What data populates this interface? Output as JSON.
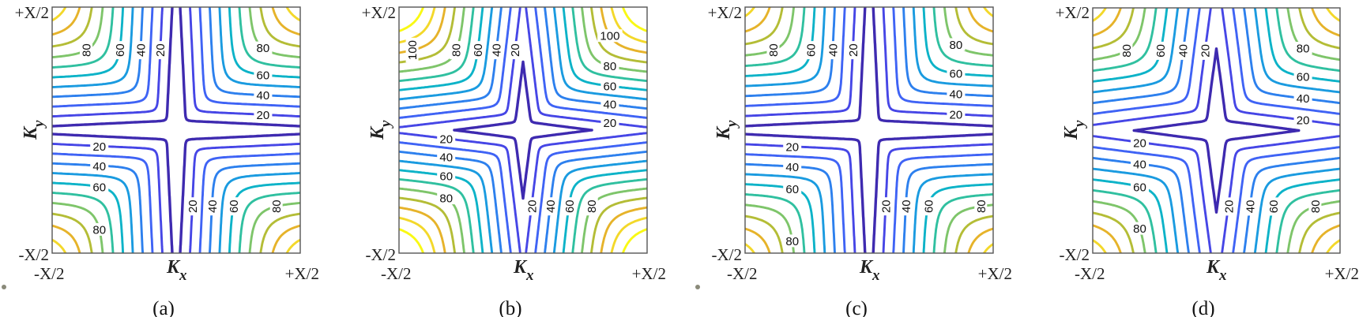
{
  "level_colors": [
    "#3e2ab0",
    "#4646e6",
    "#3f63f5",
    "#2d80ee",
    "#1a9be0",
    "#0db3c8",
    "#30c0a0",
    "#7ec56a",
    "#b4bd36",
    "#e6b32a",
    "#f3d82a",
    "#f9f914"
  ],
  "chart_data": [
    {
      "type": "contour",
      "panel_label": "(a)",
      "xlabel": "K",
      "xlabel_sub": "x",
      "ylabel": "K",
      "ylabel_sub": "y",
      "x_tick_labels": [
        "-X/2",
        "+X/2"
      ],
      "y_tick_labels": [
        "-X/2",
        "+X/2"
      ],
      "xlim": [
        "-X/2",
        "+X/2"
      ],
      "ylim": [
        "-X/2",
        "+X/2"
      ],
      "levels": [
        10,
        20,
        30,
        40,
        50,
        60,
        70,
        80,
        90,
        100,
        110,
        120
      ],
      "labeled_levels": [
        20,
        40,
        60,
        80
      ]
    },
    {
      "type": "contour",
      "panel_label": "(b)",
      "xlabel": "K",
      "xlabel_sub": "x",
      "ylabel": "K",
      "ylabel_sub": "y",
      "x_tick_labels": [
        "-X/2",
        "+X/2"
      ],
      "y_tick_labels": [
        "-X/2",
        "+X/2"
      ],
      "xlim": [
        "-X/2",
        "+X/2"
      ],
      "ylim": [
        "-X/2",
        "+X/2"
      ],
      "levels": [
        10,
        20,
        30,
        40,
        50,
        60,
        70,
        80,
        90,
        100,
        110,
        120
      ],
      "labeled_levels": [
        20,
        40,
        60,
        80,
        100
      ]
    },
    {
      "type": "contour",
      "panel_label": "(c)",
      "xlabel": "K",
      "xlabel_sub": "x",
      "ylabel": "K",
      "ylabel_sub": "y",
      "x_tick_labels": [
        "-X/2",
        "+X/2"
      ],
      "y_tick_labels": [
        "-X/2",
        "+X/2"
      ],
      "xlim": [
        "-X/2",
        "+X/2"
      ],
      "ylim": [
        "-X/2",
        "+X/2"
      ],
      "levels": [
        10,
        20,
        30,
        40,
        50,
        60,
        70,
        80,
        90,
        100,
        110,
        120
      ],
      "labeled_levels": [
        20,
        40,
        60,
        80
      ]
    },
    {
      "type": "contour",
      "panel_label": "(d)",
      "xlabel": "K",
      "xlabel_sub": "x",
      "ylabel": "K",
      "ylabel_sub": "y",
      "x_tick_labels": [
        "-X/2",
        "+X/2"
      ],
      "y_tick_labels": [
        "-X/2",
        "+X/2"
      ],
      "xlim": [
        "-X/2",
        "+X/2"
      ],
      "ylim": [
        "-X/2",
        "+X/2"
      ],
      "levels": [
        10,
        20,
        30,
        40,
        50,
        60,
        70,
        80,
        90,
        100,
        110,
        120
      ],
      "labeled_levels": [
        20,
        40,
        60,
        80
      ]
    }
  ]
}
